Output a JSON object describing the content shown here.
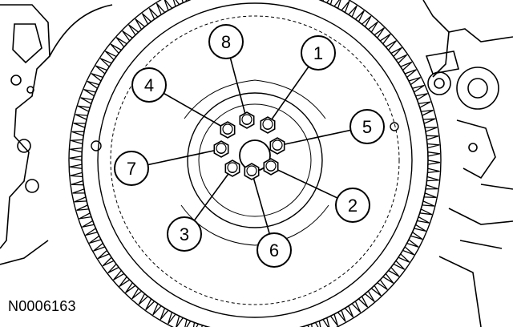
{
  "figure": {
    "id_label": "N0006163",
    "callouts": [
      "1",
      "2",
      "3",
      "4",
      "5",
      "6",
      "7",
      "8"
    ]
  }
}
